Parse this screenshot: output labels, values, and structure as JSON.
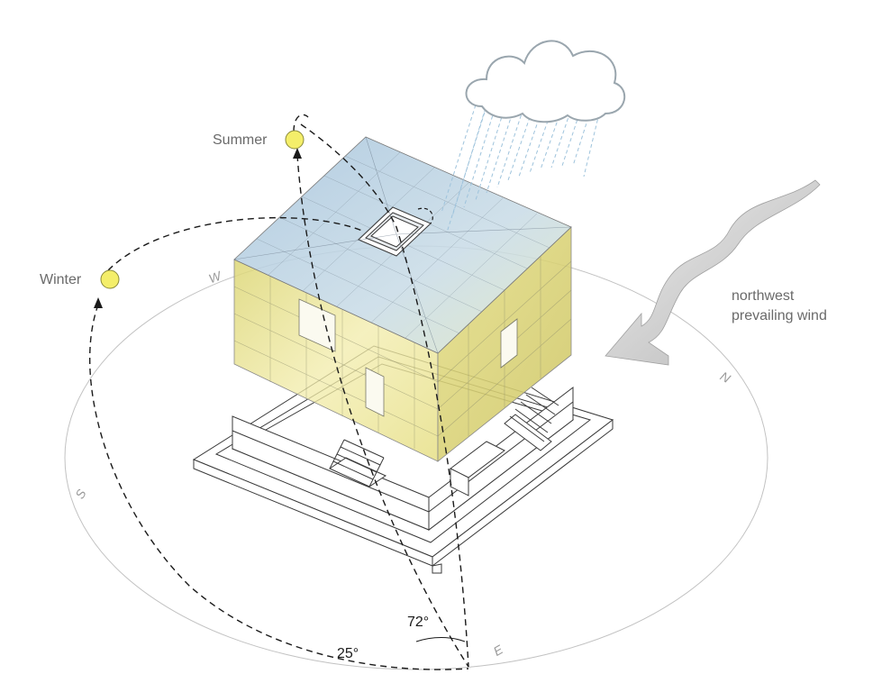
{
  "labels": {
    "summer": "Summer",
    "winter": "Winter",
    "wind_line1": "northwest",
    "wind_line2": "prevailing wind",
    "angle_summer": "72°",
    "angle_winter": "25°"
  },
  "compass": {
    "west": "W",
    "north": "N",
    "south": "S",
    "east": "E"
  },
  "colors": {
    "sun": "#f4ee6a",
    "wall_yellow": "#efe89a",
    "roof_blue": "#b8d2e6",
    "rain": "#9ec3dc",
    "line_gray": "#b0b0b0"
  }
}
